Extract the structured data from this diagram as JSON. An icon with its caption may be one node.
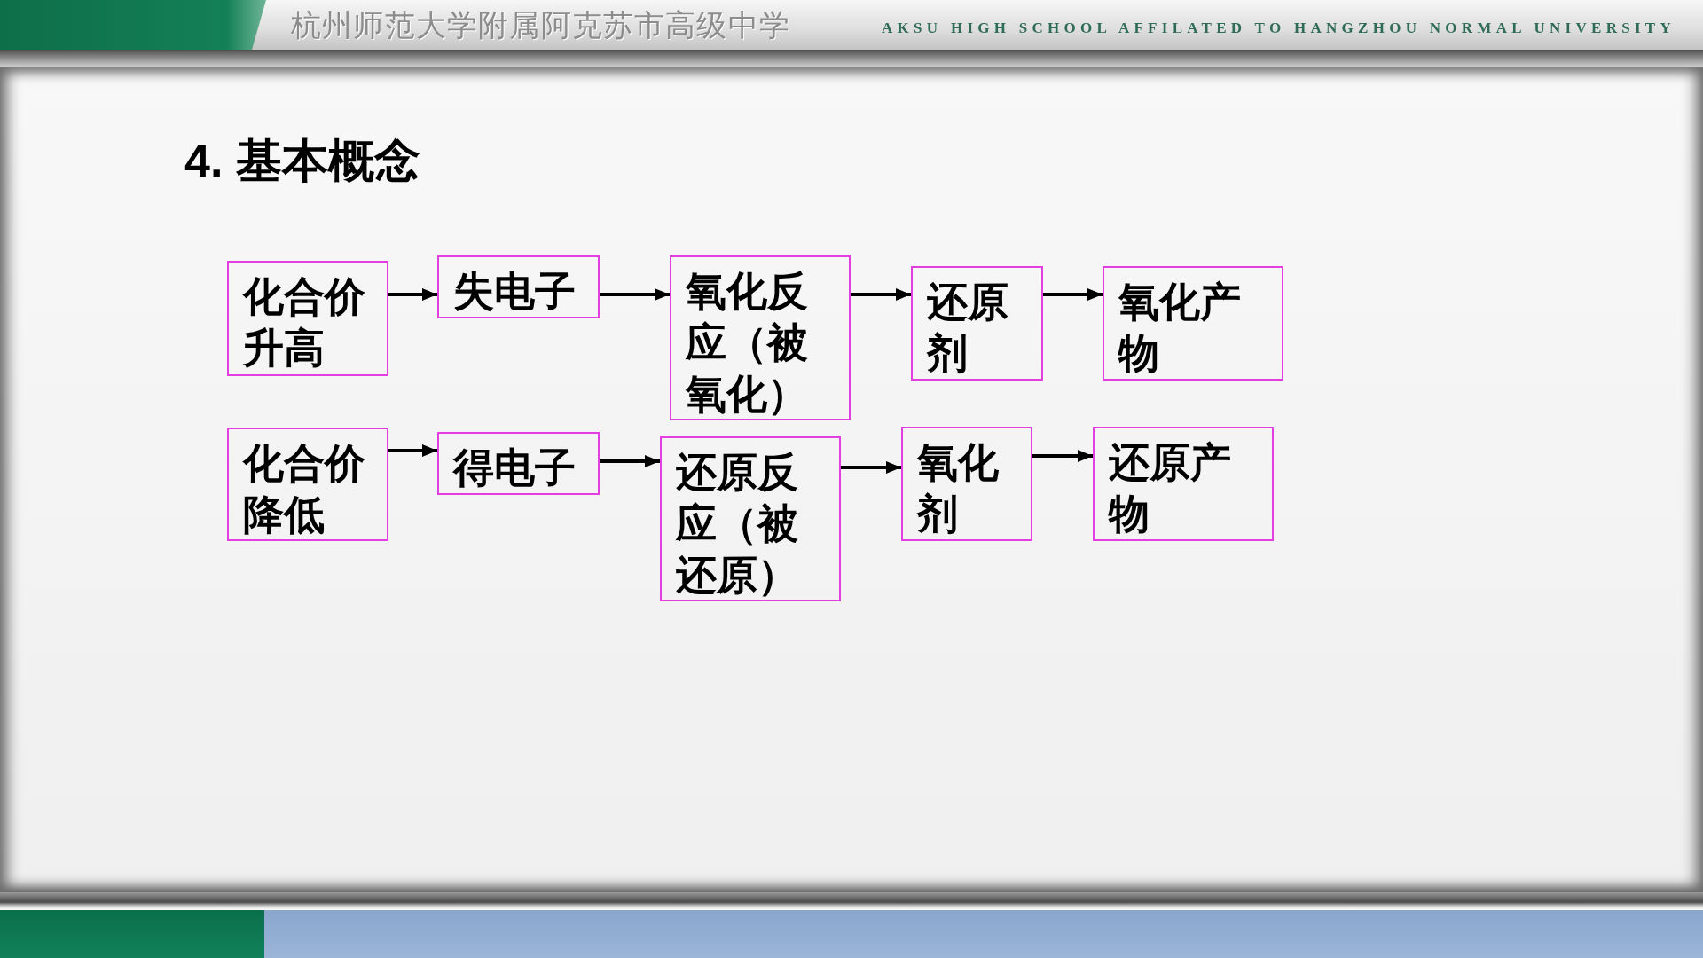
{
  "diagram": {
    "title": "4. 基本概念",
    "nodes": [
      {
        "text": [
          "化合价升高"
        ]
      },
      {
        "text": [
          "失电子"
        ]
      },
      {
        "text": [
          "氧化反应（被氧化）"
        ]
      },
      {
        "text": [
          "还原剂"
        ]
      },
      {
        "text": [
          "氧化产物"
        ]
      },
      {
        "text": [
          "化合价降低"
        ]
      },
      {
        "text": [
          "得电子"
        ]
      },
      {
        "text": [
          "还原反应（被还原）"
        ]
      },
      {
        "text": [
          "氧化剂"
        ]
      },
      {
        "text": [
          "还原产物"
        ]
      }
    ],
    "edges": [
      {
        "from": 0,
        "to": 1,
        "arrow": "to"
      },
      {
        "from": 1,
        "to": 2,
        "arrow": "to"
      },
      {
        "from": 2,
        "to": 3,
        "arrow": "to"
      },
      {
        "from": 3,
        "to": 4,
        "arrow": "to"
      },
      {
        "from": 5,
        "to": 6,
        "arrow": "to"
      },
      {
        "from": 6,
        "to": 7,
        "arrow": "to"
      },
      {
        "from": 7,
        "to": 8,
        "arrow": "to"
      },
      {
        "from": 8,
        "to": 9,
        "arrow": "to"
      }
    ],
    "labels": [
      "杭州师范大学附属阿克苏市高级中学",
      "AKSU HIGH SCHOOL AFFILATED TO HANGZHOU NORMAL UNIVERSITY"
    ]
  }
}
